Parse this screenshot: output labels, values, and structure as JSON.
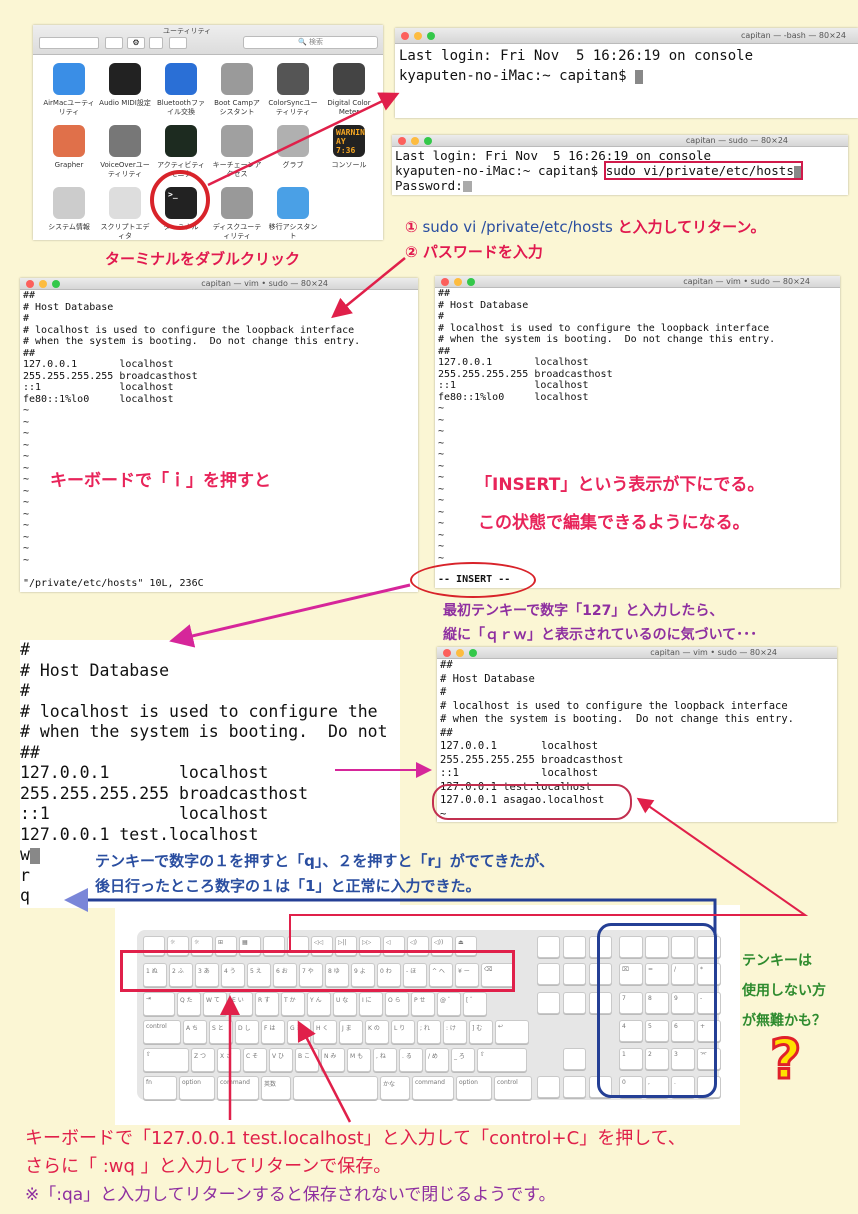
{
  "finder": {
    "title": "ユーティリティ",
    "search_placeholder": "検索",
    "items": [
      {
        "label": "AirMacユーティリティ",
        "icon": "wifi-icon",
        "color": "#3a8ee6"
      },
      {
        "label": "Audio MIDI設定",
        "icon": "piano-icon",
        "color": "#222222"
      },
      {
        "label": "Bluetoothファイル交換",
        "icon": "bluetooth-icon",
        "color": "#2a6fd6"
      },
      {
        "label": "Boot Campアシスタント",
        "icon": "bootcamp-icon",
        "color": "#9a9a9a"
      },
      {
        "label": "ColorSyncユーティリティ",
        "icon": "colorsync-icon",
        "color": "#555555"
      },
      {
        "label": "Digital Color Meter",
        "icon": "color-meter-icon",
        "color": "#444444"
      },
      {
        "label": "Grapher",
        "icon": "grapher-icon",
        "color": "#e0704a"
      },
      {
        "label": "VoiceOverユーティリティ",
        "icon": "voiceover-icon",
        "color": "#777777"
      },
      {
        "label": "アクティビティモニタ",
        "icon": "activity-monitor-icon",
        "color": "#1d2b20"
      },
      {
        "label": "キーチェーンアクセス",
        "icon": "keychain-icon",
        "color": "#a0a0a0"
      },
      {
        "label": "グラブ",
        "icon": "grab-icon",
        "color": "#b0b0b0"
      },
      {
        "label": "コンソール",
        "icon": "console-icon",
        "color": "#222222",
        "badge": "WARNIN AY 7:36"
      },
      {
        "label": "システム情報",
        "icon": "system-info-icon",
        "color": "#cccccc"
      },
      {
        "label": "スクリプトエディタ",
        "icon": "script-editor-icon",
        "color": "#dddddd"
      },
      {
        "label": "ターミナル",
        "icon": "terminal-icon",
        "color": "#222222",
        "badge": ">_"
      },
      {
        "label": "ディスクユーティリティ",
        "icon": "disk-utility-icon",
        "color": "#999999"
      },
      {
        "label": "移行アシスタント",
        "icon": "migration-icon",
        "color": "#4aa0e6"
      }
    ]
  },
  "annotations": {
    "double_click": "ターミナルをダブルクリック",
    "step1_num": "①",
    "step1_cmd": "sudo vi /private/etc/hosts",
    "step1_rest": "と入力してリターン。",
    "step2": "② パスワードを入力",
    "press_i": "キーボードで「ｉ」を押すと",
    "insert1": "「INSERT」という表示が下にでる。",
    "insert2": "この状態で編集できるようになる。",
    "tenkey1": "最初テンキーで数字「127」と入力したら、",
    "tenkey2": "縦に「ｑｒｗ」と表示されているのに気づいて･･･",
    "blue1": "テンキーで数字の１を押すと「q」、２を押すと「r」がでてきたが、",
    "blue2": "後日行ったところ数字の１は「1」と正常に入力できた。",
    "green1": "テンキーは",
    "green2": "使用しない方",
    "green3": "が無難かも？",
    "question": "?",
    "bottom1": "キーボードで「127.0.0.1 test.localhost」と入力して「control+C」を押して、",
    "bottom2": "さらに「 :wq 」と入力してリターンで保存。",
    "bottom3": "※「:qa」と入力してリターンすると保存されないで閉じるようです。"
  },
  "terminal1": {
    "title": "capitan — -bash — 80×24",
    "line1": "Last login: Fri Nov  5 16:26:19 on console",
    "prompt": "kyaputen-no-iMac:~ capitan$ "
  },
  "terminal2": {
    "title": "capitan — sudo — 80×24",
    "line1": "Last login: Fri Nov  5 16:26:19 on console",
    "prompt": "kyaputen-no-iMac:~ capitan$ ",
    "command": "sudo vi/private/etc/hosts",
    "password": "Password:"
  },
  "vim1": {
    "title": "capitan — vim • sudo — 80×24",
    "lines": [
      "##",
      "# Host Database",
      "#",
      "# localhost is used to configure the loopback interface",
      "# when the system is booting.  Do not change this entry.",
      "##",
      "127.0.0.1       localhost",
      "255.255.255.255 broadcasthost",
      "::1             localhost",
      "fe80::1%lo0     localhost",
      "~",
      "~",
      "~",
      "~",
      "~",
      "~",
      "~",
      "~",
      "~",
      "~",
      "~",
      "~",
      "~",
      "~"
    ],
    "status": "\"/private/etc/hosts\" 10L, 236C"
  },
  "vim2": {
    "title": "capitan — vim • sudo — 80×24",
    "status": "-- INSERT --"
  },
  "vim_zoom": {
    "lines": [
      "#",
      "# Host Database",
      "#",
      "# localhost is used to configure the",
      "# when the system is booting.  Do not",
      "##",
      "127.0.0.1       localhost",
      "255.255.255.255 broadcasthost",
      "::1             localhost",
      "127.0.0.1 test.localhost",
      "w",
      "r",
      "q"
    ]
  },
  "vim3": {
    "title": "capitan — vim • sudo — 80×24",
    "lines": [
      "##",
      "# Host Database",
      "#",
      "# localhost is used to configure the loopback interface",
      "# when the system is booting.  Do not change this entry.",
      "##",
      "127.0.0.1       localhost",
      "255.255.255.255 broadcasthost",
      "::1             localhost",
      "127.0.0.1 test.localhost",
      "127.0.0.1 asagao.localhost",
      "~"
    ]
  },
  "keyboard": {
    "rows": [
      [
        "",
        "☼",
        "☼",
        "⊞",
        "▦",
        "",
        "",
        "◁◁",
        "▷||",
        "▷▷",
        "◁",
        "◁)",
        "◁))",
        "⏏"
      ],
      [
        "1 ぬ",
        "2 ふ",
        "3 あ",
        "4 う",
        "5 え",
        "6 お",
        "7 や",
        "8 ゆ",
        "9 よ",
        "0 わ",
        "- ほ",
        "^ へ",
        "¥ ー",
        "⌫"
      ],
      [
        "⇥",
        "Q た",
        "W て",
        "E い",
        "R す",
        "T か",
        "Y ん",
        "U な",
        "I に",
        "O ら",
        "P せ",
        "@ ゛",
        "[ ゜"
      ],
      [
        "control",
        "A ち",
        "S と",
        "D し",
        "F は",
        "G き",
        "H く",
        "J ま",
        "K の",
        "L り",
        "; れ",
        ": け",
        "] む",
        "↩"
      ],
      [
        "⇧",
        "Z つ",
        "X さ",
        "C そ",
        "V ひ",
        "B こ",
        "N み",
        "M も",
        ", ね",
        ". る",
        "/ め",
        "_ ろ",
        "⇧"
      ],
      [
        "fn",
        "option",
        "command",
        "英数",
        "",
        "かな",
        "command",
        "option",
        "control"
      ]
    ],
    "numpad": [
      [
        "",
        "",
        "",
        ""
      ],
      [
        "⌧",
        "=",
        "/",
        "*"
      ],
      [
        "7",
        "8",
        "9",
        "-"
      ],
      [
        "4",
        "5",
        "6",
        "+"
      ],
      [
        "1",
        "2",
        "3",
        "⌤"
      ],
      [
        "0",
        ",",
        ".",
        ""
      ]
    ]
  }
}
